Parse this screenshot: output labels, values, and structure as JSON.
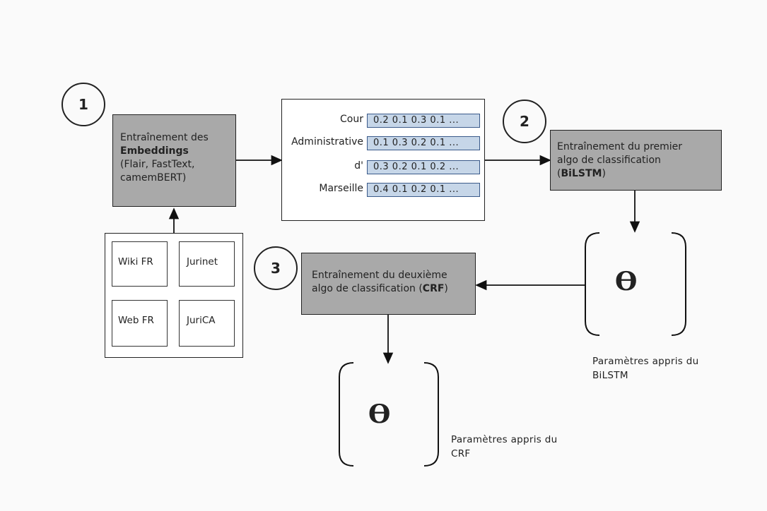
{
  "steps": {
    "s1": "1",
    "s2": "2",
    "s3": "3"
  },
  "embeddings_box": {
    "line1": "Entraînement des",
    "line2_bold": "Embeddings",
    "line3": "(Flair, FastText,",
    "line4": "camemBERT)"
  },
  "corpora": [
    "Wiki FR",
    "Jurinet",
    "Web FR",
    "JuriCA"
  ],
  "vectors": [
    {
      "word": "Cour",
      "values": "0.2  0.1  0.3  0.1 ..."
    },
    {
      "word": "Administrative",
      "values": "0.1  0.3  0.2  0.1 ..."
    },
    {
      "word": "d'",
      "values": "0.3  0.2  0.1  0.2 ..."
    },
    {
      "word": "Marseille",
      "values": "0.4  0.1  0.2  0.1 ..."
    }
  ],
  "bilstm_box": {
    "line1": "Entraînement du premier",
    "line2": "algo de classification",
    "line3_bold": "BiLSTM"
  },
  "crf_box": {
    "line1": "Entraînement du deuxième",
    "line2_pre": "algo de classification (",
    "line2_bold": "CRF",
    "line2_post": ")"
  },
  "theta_symbol": "ϴ",
  "bilstm_params": {
    "line1": "Paramètres appris du",
    "line2": "BiLSTM"
  },
  "crf_params": {
    "line1": "Paramètres appris du",
    "line2": "CRF"
  },
  "colors": {
    "gray_box": "#a9a9a9",
    "vector_fill": "#c6d6e8",
    "vector_border": "#3a5a8a"
  }
}
